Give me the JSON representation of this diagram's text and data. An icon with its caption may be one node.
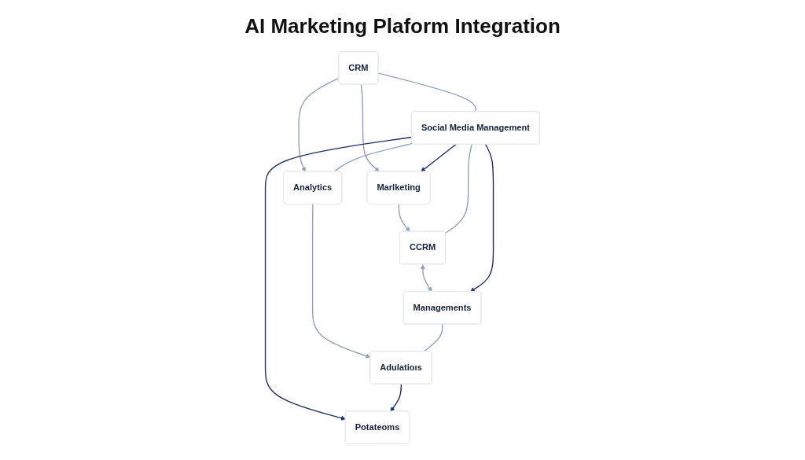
{
  "diagram": {
    "title": "AI Marketing Plaform Integration",
    "nodes": [
      {
        "text": [
          "CRM"
        ]
      },
      {
        "text": [
          "Marlketing"
        ]
      },
      {
        "text": [
          "CCRM"
        ]
      },
      {
        "text": [
          "Social Media Management"
        ]
      },
      {
        "text": [
          "Analytics"
        ]
      },
      {
        "text": [
          "Potateoms"
        ]
      },
      {
        "text": [
          "Managements"
        ]
      },
      {
        "text": [
          "Adulatioıs"
        ]
      }
    ],
    "edges": [
      {
        "from": 0,
        "to": 1,
        "arrow": "to"
      },
      {
        "from": 1,
        "to": 2,
        "arrow": "to"
      },
      {
        "from": 0,
        "to": 4,
        "arrow": "to"
      },
      {
        "from": 0,
        "to": 3,
        "arrow": "none"
      },
      {
        "from": 3,
        "to": 1,
        "arrow": "to",
        "color": "#1e2f66"
      },
      {
        "from": 3,
        "to": 2,
        "arrow": "none"
      },
      {
        "from": 2,
        "to": 6,
        "arrow": "both"
      },
      {
        "from": 3,
        "to": 4,
        "arrow": "none"
      },
      {
        "from": 3,
        "to": 5,
        "arrow": "to",
        "color": "#1e2f66"
      },
      {
        "from": 3,
        "to": 6,
        "arrow": "to",
        "color": "#1e2f66"
      },
      {
        "from": 7,
        "to": 5,
        "arrow": "to",
        "color": "#1e2f66"
      },
      {
        "from": 4,
        "to": 7,
        "arrow": "to"
      },
      {
        "from": 6,
        "to": 7,
        "arrow": "none"
      }
    ]
  }
}
